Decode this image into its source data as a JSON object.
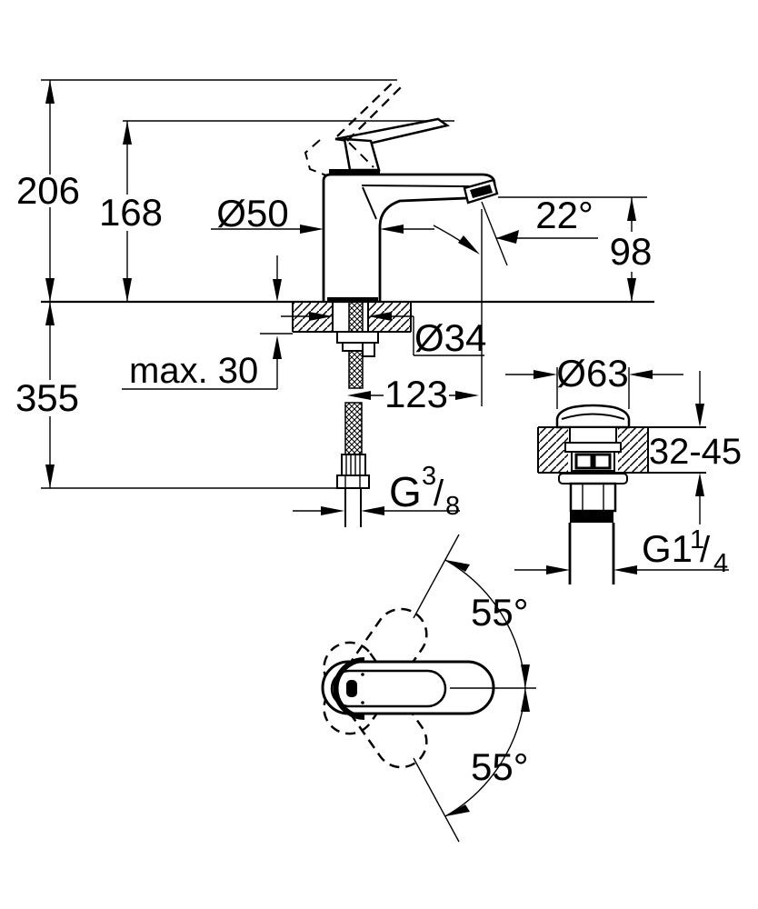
{
  "page": {
    "background": "#ffffff",
    "line_color": "#000000"
  },
  "front_view": {
    "height_overall": "206",
    "height_to_handle": "168",
    "body_diameter": "Ø50",
    "spout_angle": "22°",
    "spout_height": "98",
    "deck_max_thickness": "max. 30",
    "hole_diameter": "Ø34",
    "spout_projection": "123",
    "depth_below_deck": "355",
    "hose_thread": {
      "prefix": "G",
      "numerator": "3",
      "slash": "/",
      "denominator": "8"
    }
  },
  "drain_detail": {
    "cap_diameter": "Ø63",
    "deck_thickness_range": "32-45",
    "drain_thread": {
      "prefix": "G1",
      "numerator": "1",
      "slash": "/",
      "denominator": "4"
    }
  },
  "top_view": {
    "swing_angle_upper": "55°",
    "swing_angle_lower": "55°"
  }
}
